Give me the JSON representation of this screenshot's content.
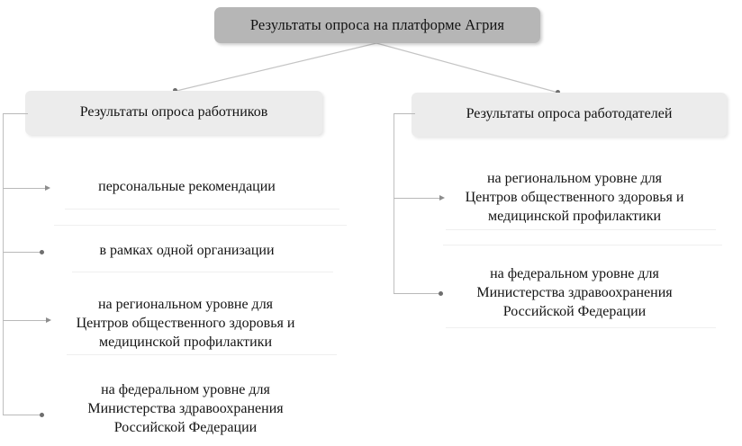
{
  "diagram": {
    "type": "tree-diagram",
    "language": "ru",
    "root": {
      "label": "Результаты опроса на платформе Агрия"
    },
    "branches": [
      {
        "id": "employees",
        "header": "Результаты опроса работников",
        "items": [
          "персональные рекомендации",
          "в рамках одной организации",
          "на региональном уровне для\nЦентров общественного здоровья и\nмедицинской профилактики",
          "на федеральном уровне для\nМинистерства здравоохранения\nРоссийской Федерации"
        ]
      },
      {
        "id": "employers",
        "header": "Результаты опроса работодателей",
        "items": [
          "на региональном уровне для\nЦентров общественного здоровья и\nмедицинской профилактики",
          "на федеральном уровне для\nМинистерства здравоохранения\nРоссийской Федерации"
        ]
      }
    ],
    "colors": {
      "root_fill": "#b6b6b6",
      "branch_fill": "#ececec",
      "connector": "#bfbfbf",
      "arrow": "#8d8d8d",
      "text": "#131313",
      "background": "#ffffff"
    }
  }
}
